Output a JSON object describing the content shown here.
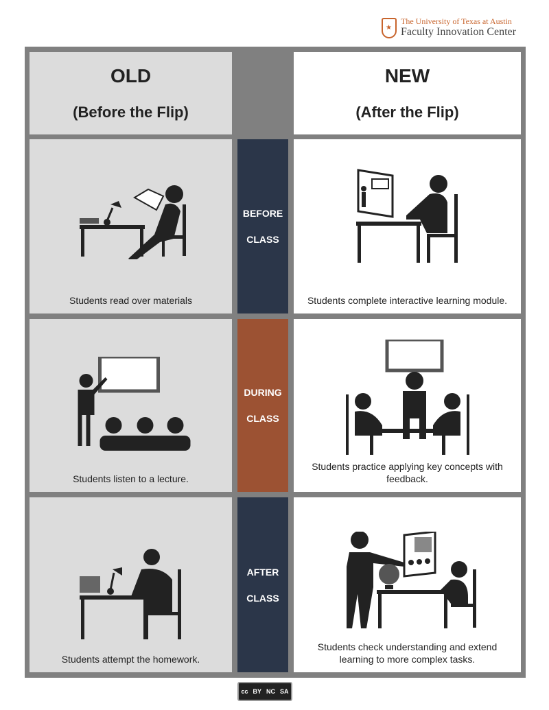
{
  "header": {
    "university": "The University of Texas at Austin",
    "center": "Faculty Innovation Center"
  },
  "columns": {
    "old": {
      "title": "OLD",
      "subtitle": "(Before the Flip)"
    },
    "new": {
      "title": "NEW",
      "subtitle": "(After the Flip)"
    }
  },
  "rows": [
    {
      "phase": [
        "BEFORE",
        "CLASS"
      ],
      "color": "#2b3649",
      "old": "Students read over materials",
      "new": "Students complete interactive learning module."
    },
    {
      "phase": [
        "DURING",
        "CLASS"
      ],
      "color": "#9c5233",
      "old": "Students listen to a lecture.",
      "new": "Students practice applying key concepts with feedback."
    },
    {
      "phase": [
        "AFTER",
        "CLASS"
      ],
      "color": "#2b3649",
      "old": "Students attempt the homework.",
      "new": "Students check understanding and extend learning to more complex tasks."
    }
  ],
  "license": {
    "label": "cc",
    "terms": [
      "BY",
      "NC",
      "SA"
    ]
  }
}
